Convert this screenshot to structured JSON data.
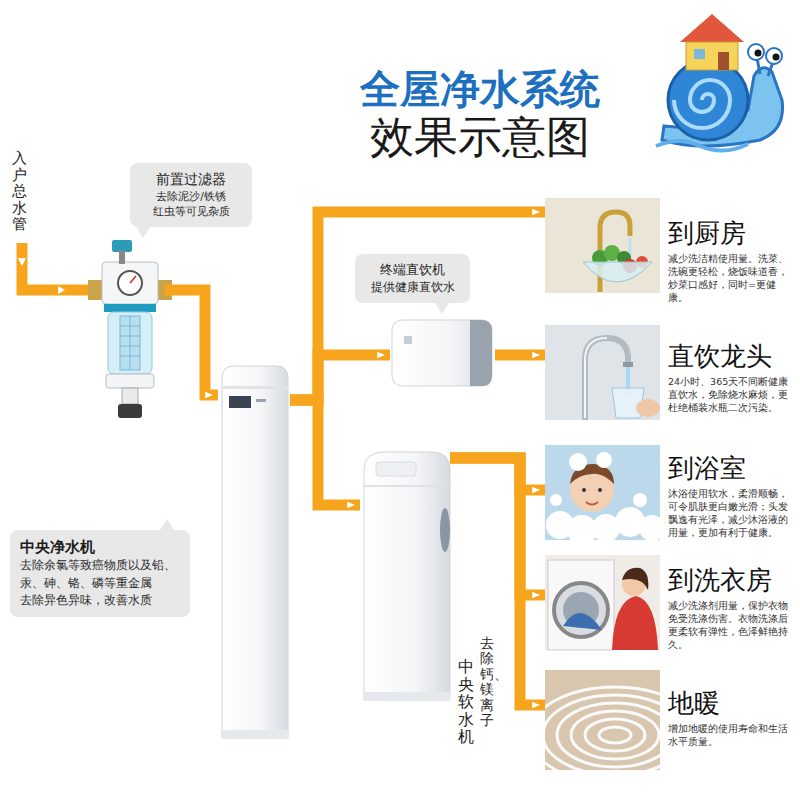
{
  "diagram": {
    "title": "全屋净水系统",
    "nodes": [
      {
        "text": [
          "前置过滤器",
          "去除泥沙/铁锈 红虫等可见杂质"
        ]
      },
      {
        "text": [
          "中央净水机",
          "去除余氯等致癌物质以及铅、汞、砷、铬、磷等重金属",
          "去除异色异味，改善水质"
        ]
      },
      {
        "text": [
          "终端直饮机",
          "提供健康直饮水"
        ]
      },
      {
        "text": [
          "中央软水机",
          "去除钙、镁离子"
        ]
      },
      {
        "text": [
          "到厨房",
          "减少洗洁精使用量。洗菜、洗碗更轻松，烧饭味道香，炒菜口感好，同时=更健康。"
        ]
      },
      {
        "text": [
          "直饮龙头",
          "24小时、365天不间断健康直饮水，免除烧水麻烦，更杜绝桶装水瓶二次污染。"
        ]
      },
      {
        "text": [
          "到浴室",
          "沐浴使用软水，柔滑顺畅，可令肌肤更白嫩光滑；头发飘逸有光泽，减少沐浴液的用量，更加有利于健康。"
        ]
      },
      {
        "text": [
          "到洗衣房",
          "减少洗涤剂用量，保护衣物免受洗涤伤害。衣物洗涤后更柔软有弹性，色泽鲜艳持久。"
        ]
      },
      {
        "text": [
          "地暖",
          "增加地暖的使用寿命和生活水平质量。"
        ]
      }
    ],
    "edges": [
      {
        "from": 0,
        "to": 1,
        "arrow": "to"
      },
      {
        "from": 1,
        "to": 4,
        "arrow": "to"
      },
      {
        "from": 1,
        "to": 2,
        "arrow": "to"
      },
      {
        "from": 2,
        "to": 5,
        "arrow": "to"
      },
      {
        "from": 1,
        "to": 3,
        "arrow": "to"
      },
      {
        "from": 3,
        "to": 6,
        "arrow": "to"
      },
      {
        "from": 3,
        "to": 7,
        "arrow": "to"
      },
      {
        "from": 3,
        "to": 8,
        "arrow": "to"
      }
    ],
    "labels": [
      "入户总水管",
      "效果示意图"
    ]
  }
}
